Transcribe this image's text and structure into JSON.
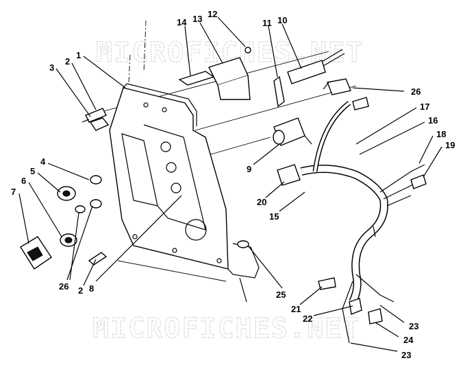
{
  "watermark": {
    "top": "MICROFICHES.NET",
    "bottom": "MICROFICHES.NET"
  },
  "callouts": [
    {
      "id": "c1",
      "text": "1"
    },
    {
      "id": "c2a",
      "text": "2"
    },
    {
      "id": "c3",
      "text": "3"
    },
    {
      "id": "c4",
      "text": "4"
    },
    {
      "id": "c5",
      "text": "5"
    },
    {
      "id": "c6",
      "text": "6"
    },
    {
      "id": "c7",
      "text": "7"
    },
    {
      "id": "c26a",
      "text": "26"
    },
    {
      "id": "c2b",
      "text": "2"
    },
    {
      "id": "c8",
      "text": "8"
    },
    {
      "id": "c14",
      "text": "14"
    },
    {
      "id": "c13",
      "text": "13"
    },
    {
      "id": "c12",
      "text": "12"
    },
    {
      "id": "c11",
      "text": "11"
    },
    {
      "id": "c10",
      "text": "10"
    },
    {
      "id": "c26b",
      "text": "26"
    },
    {
      "id": "c17",
      "text": "17"
    },
    {
      "id": "c16",
      "text": "16"
    },
    {
      "id": "c18",
      "text": "18"
    },
    {
      "id": "c19",
      "text": "19"
    },
    {
      "id": "c9",
      "text": "9"
    },
    {
      "id": "c20",
      "text": "20"
    },
    {
      "id": "c15",
      "text": "15"
    },
    {
      "id": "c25",
      "text": "25"
    },
    {
      "id": "c21",
      "text": "21"
    },
    {
      "id": "c22",
      "text": "22"
    },
    {
      "id": "c23a",
      "text": "23"
    },
    {
      "id": "c24",
      "text": "24"
    },
    {
      "id": "c23b",
      "text": "23"
    }
  ]
}
